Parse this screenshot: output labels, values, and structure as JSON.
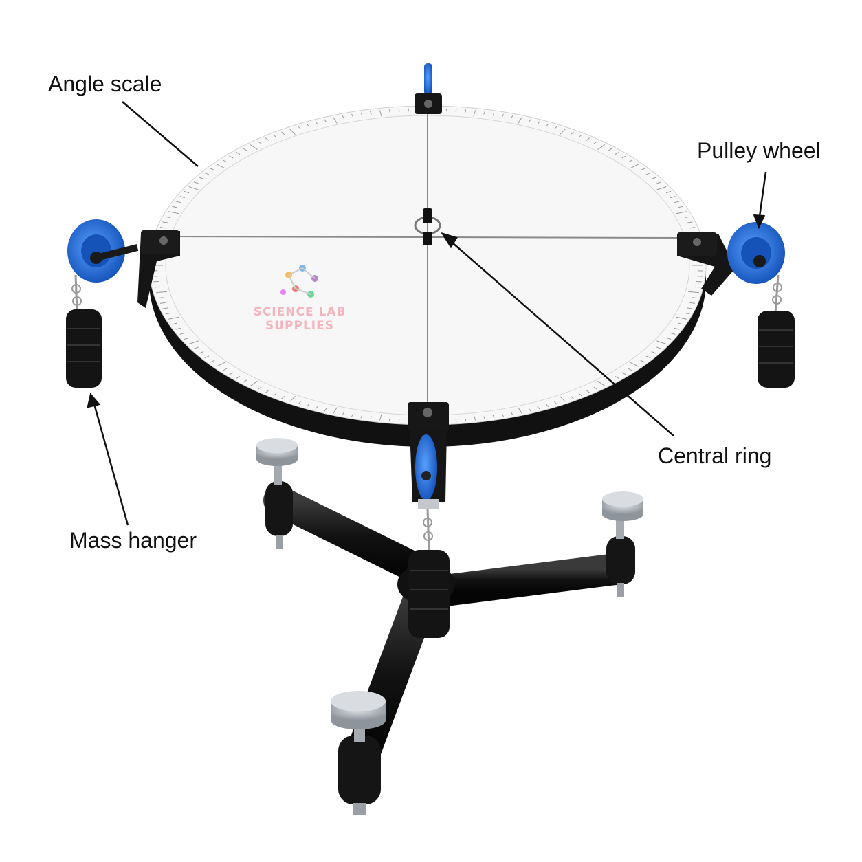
{
  "labels": {
    "angle_scale": "Angle scale",
    "pulley_wheel": "Pulley wheel",
    "central_ring": "Central ring",
    "mass_hanger": "Mass hanger"
  },
  "watermark": {
    "line1": "SCIENCE LAB",
    "line2": "SUPPLIES"
  },
  "colors": {
    "pulley_blue": "#1f6fe0",
    "frame_black": "#141414",
    "scale_white": "#f7f7f7",
    "knob_silver": "#b9bfc6"
  },
  "icons": [
    "pulley-wheel-icon",
    "mass-hanger-icon",
    "leveling-knob-icon",
    "central-ring-icon"
  ]
}
